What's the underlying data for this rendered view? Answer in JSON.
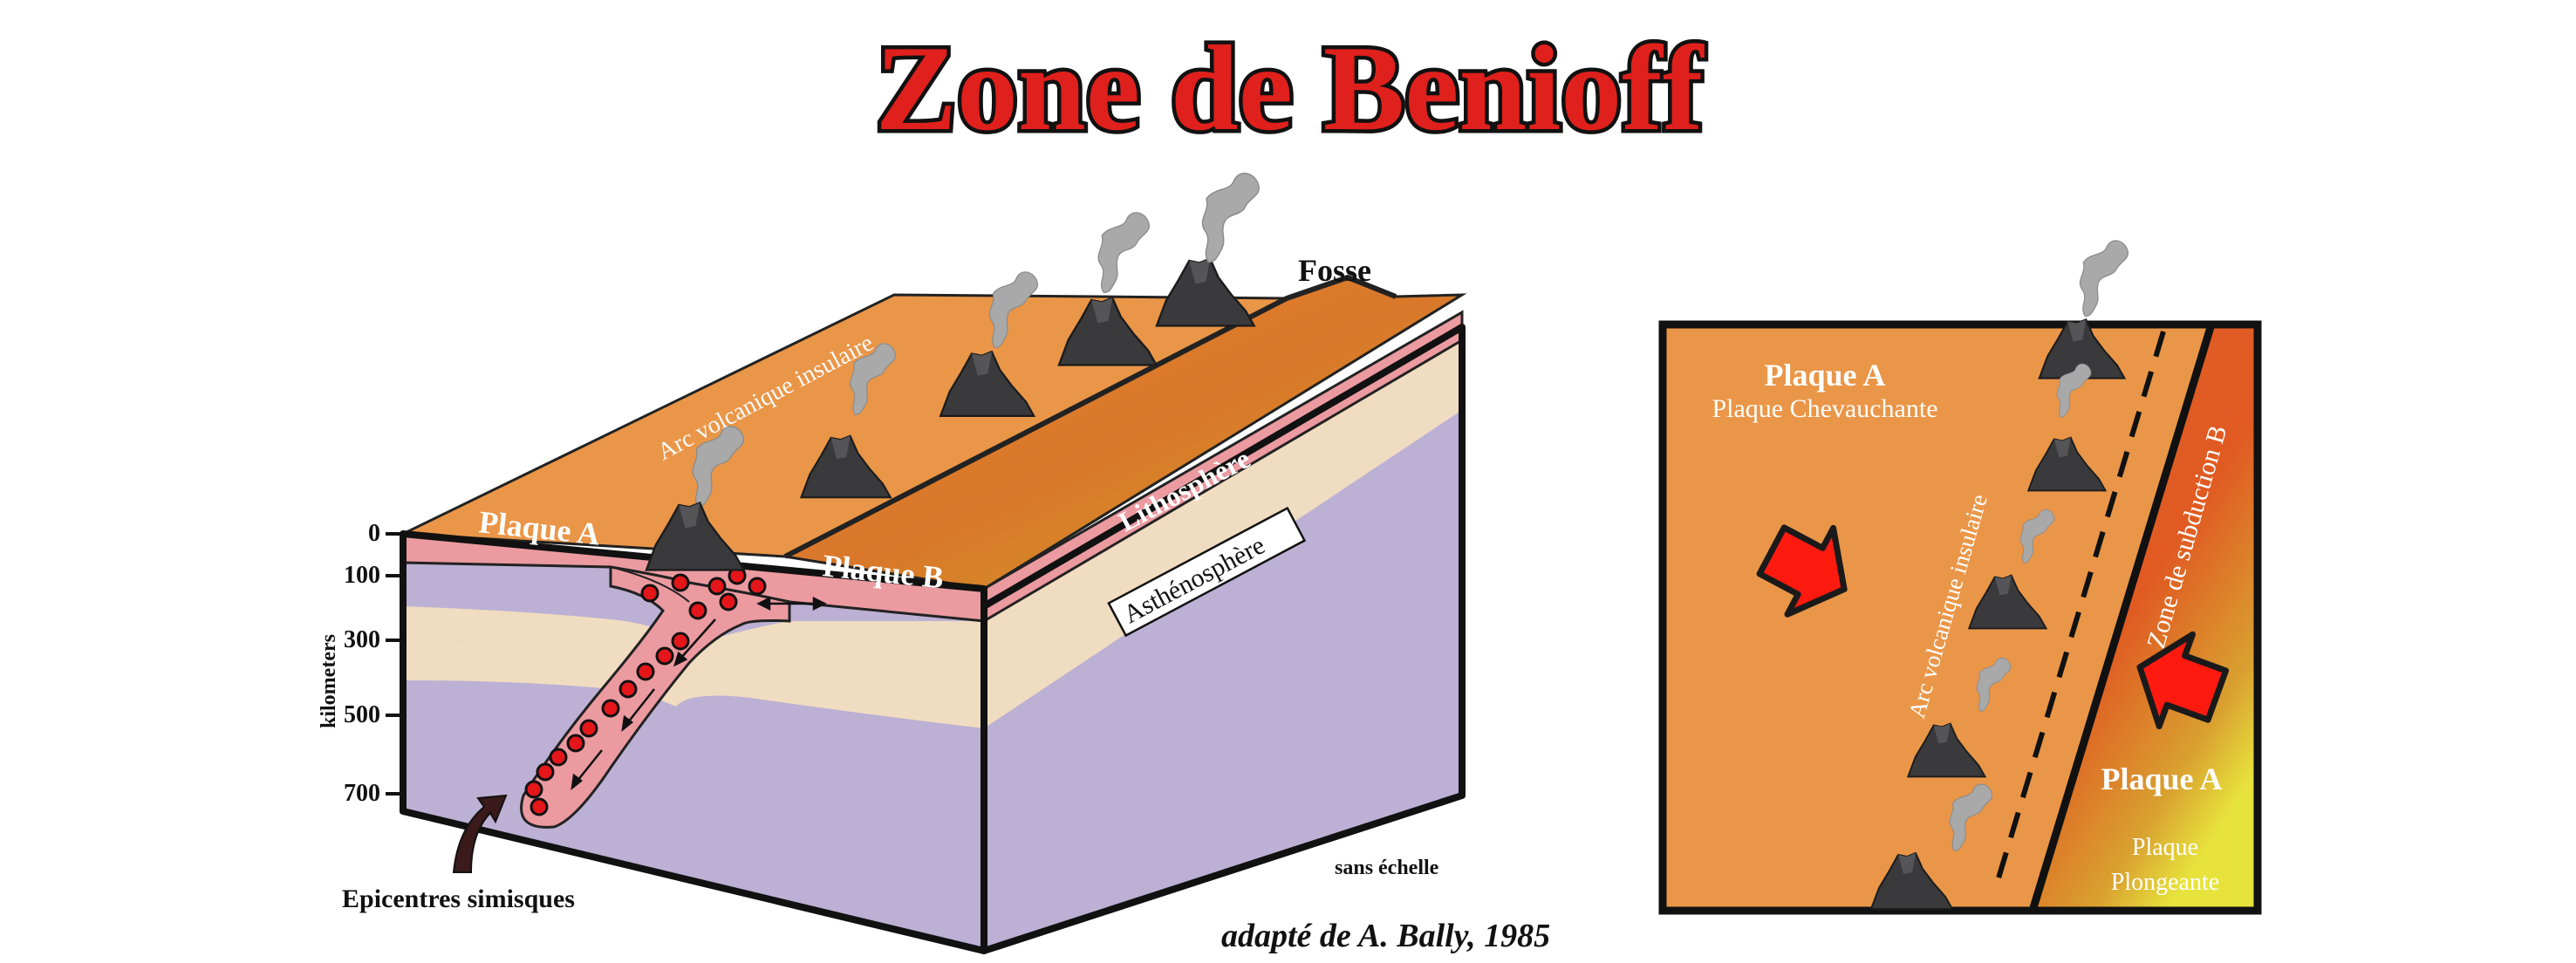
{
  "title": "Zone de Benioff",
  "block": {
    "fosse": "Fosse",
    "arc": "Arc volcanique insulaire",
    "plaque_a": "Plaque A",
    "plaque_b": "Plaque B",
    "lithosphere": "Lithosphère",
    "asthenosphere": "Asthénosphère",
    "epicentres": "Epicentres simisques",
    "axis_label": "kilometers",
    "depth_ticks": [
      "0",
      "100",
      "300",
      "500",
      "700"
    ]
  },
  "scale_note": "sans échelle",
  "credit": "adapté de A. Bally, 1985",
  "map": {
    "plaque_a_title": "Plaque A",
    "plaque_a_sub": "Plaque Chevauchante",
    "arc": "Arc volcanique insulaire",
    "zone": "Zone de subduction B",
    "plaque_a2_title": "Plaque A",
    "plaque_a2_sub1": "Plaque",
    "plaque_a2_sub2": "Plongeante"
  },
  "colors": {
    "title_red": "#e0201c",
    "orange": "#ea9648",
    "lithosphere_pink": "#eb9aa0",
    "crust_beige": "#f0dcc0",
    "mantle_purple": "#bcb0d4",
    "arrow_red": "#ff1a10",
    "volcano": "#3a3a3c",
    "smoke": "#a9a9a9"
  },
  "icons": [
    "volcano-icon",
    "smoke-plume-icon",
    "red-arrow-icon",
    "epicentre-dot-icon"
  ]
}
